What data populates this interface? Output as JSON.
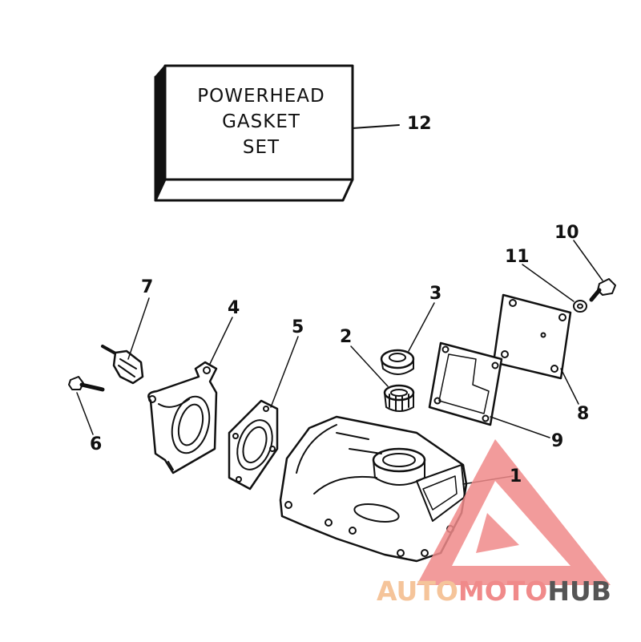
{
  "box": {
    "lines": [
      "POWERHEAD",
      "GASKET",
      "SET"
    ]
  },
  "callouts": {
    "n1": "1",
    "n2": "2",
    "n3": "3",
    "n4": "4",
    "n5": "5",
    "n6": "6",
    "n7": "7",
    "n8": "8",
    "n9": "9",
    "n10": "10",
    "n11": "11",
    "n12": "12"
  },
  "watermark": {
    "auto": "AUTO",
    "moto": "MOTO",
    "hub": "HUB",
    "colors": {
      "auto": "#f5c49a",
      "moto": "#f08a8a",
      "hub": "#555555",
      "triangle": "#f08a8a"
    }
  }
}
